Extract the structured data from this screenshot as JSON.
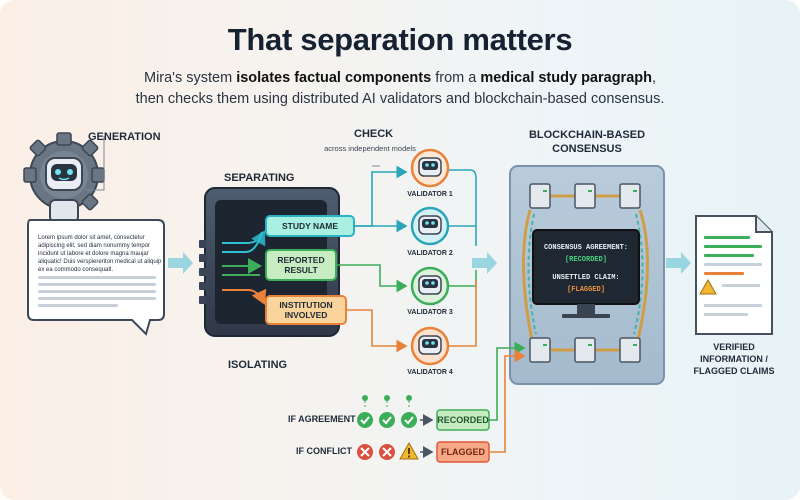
{
  "title": "That separation matters",
  "subtitle": {
    "l1_a": "Mira's system ",
    "l1_b": "isolates factual components",
    "l1_c": " from a ",
    "l1_d": "medical study paragraph",
    "l1_e": ",",
    "l2": "then checks them using distributed AI validators and blockchain-based consensus."
  },
  "generation": {
    "label": "GENERATION",
    "text": "Lorem ipsum dolor sit amet, consectetur adipiscing elit, sed diam nonummy tempor incidunt ut labore et dolore magna maujar aliquatic! Duis verspiereriton medical ut aliquip ex ea commodo consequatl."
  },
  "separating": {
    "label_top": "SEPARATING",
    "label_bottom": "ISOLATING",
    "components": [
      "STUDY NAME",
      "REPORTED RESULT",
      "INSTITUTION INVOLVED"
    ]
  },
  "check": {
    "label": "CHECK",
    "sublabel": "across independent models",
    "validators": [
      "VALIDATOR 1",
      "VALIDATOR 2",
      "VALIDATOR 3",
      "VALIDATOR 4"
    ]
  },
  "consensus": {
    "label_line1": "BLOCKCHAIN-BASED",
    "label_line2": "CONSENSUS",
    "screen_line1": "CONSENSUS AGREEMENT:",
    "screen_line2": "[RECORDED]",
    "screen_line3": "UNSETTLED CLAIM:",
    "screen_line4": "[FLAGGED]"
  },
  "output": {
    "label_line1": "VERIFIED",
    "label_line2": "INFORMATION /",
    "label_line3": "FLAGGED CLAIMS"
  },
  "legend": {
    "agreement_label": "IF AGREEMENT",
    "agreement_status": "RECORDED",
    "conflict_label": "IF CONFLICT",
    "conflict_status": "FLAGGED"
  },
  "colors": {
    "accent_teal": "#2aa6b8",
    "green": "#3cae5a",
    "orange": "#e8823a",
    "warning": "#f2b632",
    "red": "#d9503f"
  }
}
